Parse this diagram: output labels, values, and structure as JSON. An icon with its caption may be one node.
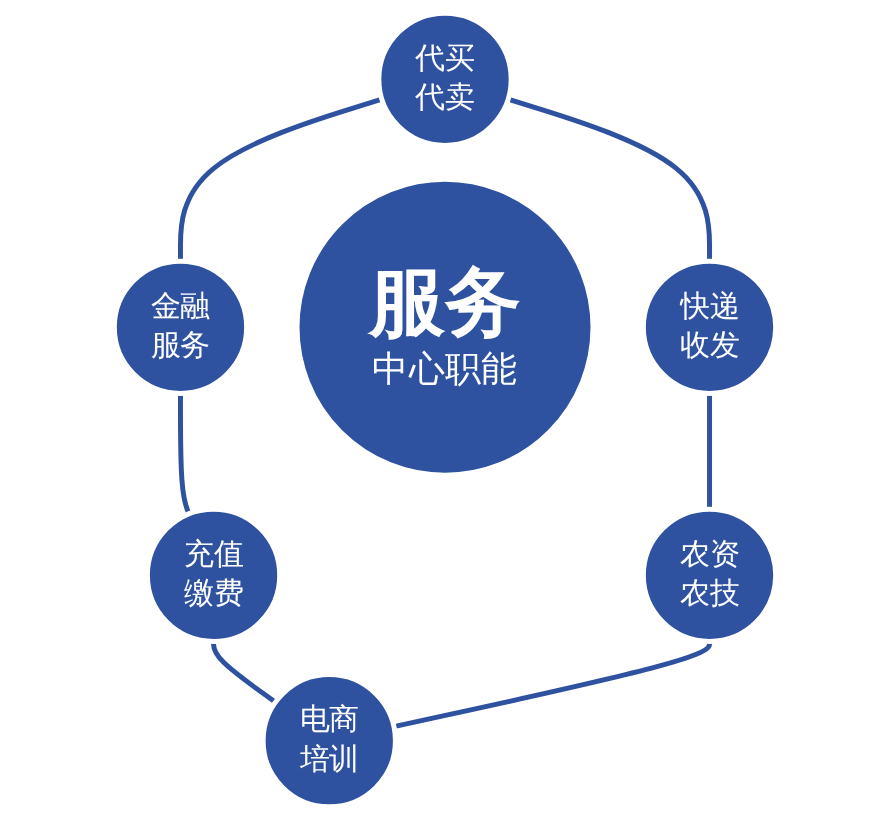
{
  "diagram": {
    "nodes": [
      {
        "text": [
          "服务",
          "中心职能"
        ]
      },
      {
        "text": [
          "代买代卖"
        ]
      },
      {
        "text": [
          "快递收发"
        ]
      },
      {
        "text": [
          "农资农技"
        ]
      },
      {
        "text": [
          "电商培训"
        ]
      },
      {
        "text": [
          "充值缴费"
        ]
      },
      {
        "text": [
          "金融服务"
        ]
      }
    ],
    "edges": [
      {
        "from": 1,
        "to": 6,
        "arrow": "none"
      },
      {
        "from": 6,
        "to": 5,
        "arrow": "none"
      },
      {
        "from": 5,
        "to": 4,
        "arrow": "none"
      },
      {
        "from": 1,
        "to": 2,
        "arrow": "none"
      },
      {
        "from": 2,
        "to": 3,
        "arrow": "none"
      },
      {
        "from": 3,
        "to": 4,
        "arrow": "none"
      }
    ]
  }
}
